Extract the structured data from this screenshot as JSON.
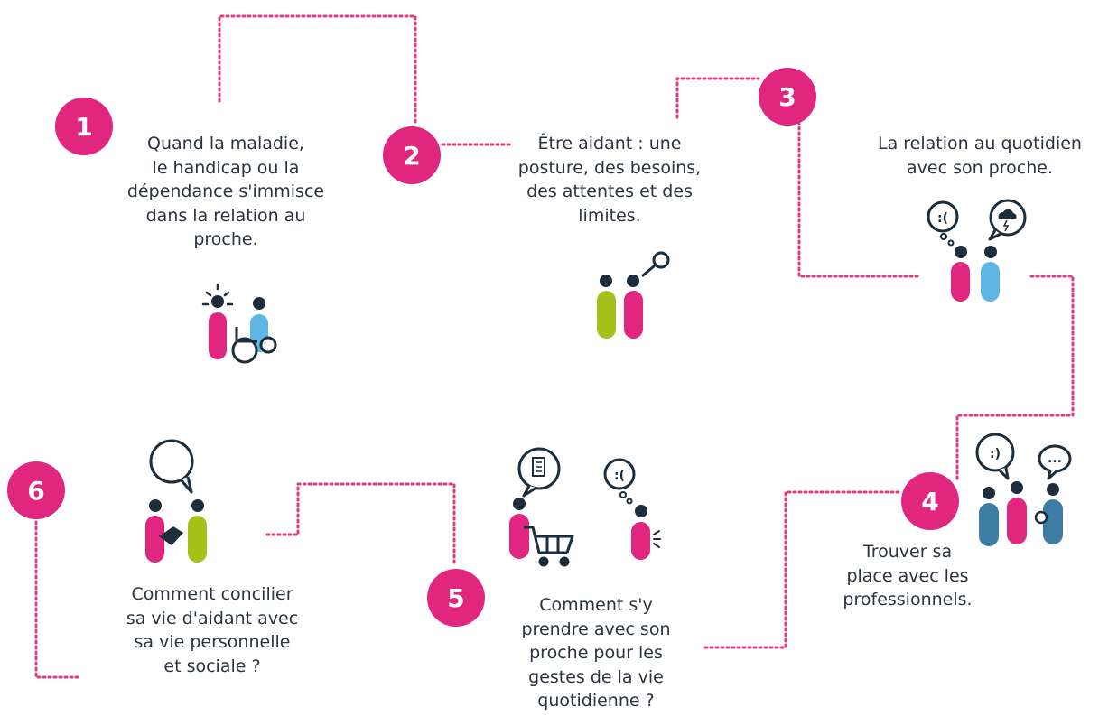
{
  "colors": {
    "magenta": "#e0267e",
    "dots": "#e3387f",
    "ink": "#1c2d3b",
    "lime": "#a6c21a",
    "lightblue": "#5db6e6",
    "steel": "#3d7ca3"
  },
  "steps": [
    {
      "number": "1",
      "text": "Quand la maladie,\nle handicap ou la\ndépendance s'immisce\ndans la relation au\nproche.",
      "icon": "caregiver-and-wheelchair-person"
    },
    {
      "number": "2",
      "text": "Être aidant : une\nposture, des besoins,\ndes attentes et des\nlimites.",
      "icon": "two-people-magnifier"
    },
    {
      "number": "3",
      "text": "La relation au quotidien\navec son proche.",
      "icon": "two-people-thought-bubbles"
    },
    {
      "number": "4",
      "text": "Trouver sa\nplace avec les\nprofessionnels.",
      "icon": "three-people-speech-bubbles"
    },
    {
      "number": "5",
      "text": "Comment s'y\nprendre avec son\nproche pour les\ngestes de la vie\nquotidienne ?",
      "icon": "shopping-cart-people"
    },
    {
      "number": "6",
      "text": "Comment concilier\nsa vie d'aidant avec\nsa vie personnelle\net sociale ?",
      "icon": "two-people-speech-bubble"
    }
  ],
  "bubble_faces": {
    "sad": ":(",
    "happy": ":)",
    "dots": "..."
  }
}
